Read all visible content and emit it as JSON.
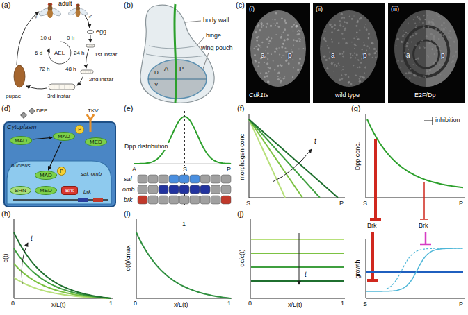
{
  "diagram": {
    "nodes": [
      {
        "text": [
          "Cytoplasm"
        ]
      },
      {
        "text": [
          "MAD"
        ],
        "in": 0
      },
      {
        "text": [
          "MAD"
        ],
        "in": 0
      },
      {
        "text": [
          "MED"
        ],
        "in": 0
      },
      {
        "text": [
          "nucleus"
        ],
        "in": 0
      },
      {
        "text": [
          "MAD"
        ],
        "in": 4
      },
      {
        "text": [
          "MED"
        ],
        "in": 4
      },
      {
        "text": [
          "SHN"
        ],
        "in": 4
      },
      {
        "text": [
          "Brk"
        ],
        "in": 4
      }
    ],
    "edges": [
      {
        "from": 1,
        "to": 2,
        "arrow": "to"
      },
      {
        "from": 2,
        "to": 5,
        "arrow": "to"
      }
    ],
    "labels": [
      "(a)",
      "adult",
      "♀",
      "♂",
      "egg",
      "0 h",
      "24 h",
      "1st instar",
      "48 h",
      "2nd instar",
      "72 h",
      "3rd instar",
      "6 d",
      "AEL",
      "10 d",
      "pupae",
      "(b)",
      "body wall",
      "hinge",
      "wing pouch",
      "A",
      "P",
      "D",
      "V",
      "(c)",
      "(i)",
      "a",
      "p",
      "Cdk1ts",
      "(ii)",
      "a",
      "p",
      "wild type",
      "(iii)",
      "a",
      "p",
      "E2F/Dp",
      "(d)",
      "DPP",
      "TKV",
      "P",
      "P",
      "sal, omb",
      "brk",
      "(e)",
      "Dpp distribution",
      "A",
      "S",
      "P",
      "sal",
      "omb",
      "brk",
      "(f)",
      "morphogen conc.",
      "t",
      "S",
      "P",
      "(g)",
      "Dpp conc.",
      "S",
      "P",
      "Brk",
      "Brk",
      "growth",
      "S",
      "P",
      "(h)",
      "c(t)",
      "t",
      "0",
      "x/L(t)",
      "1",
      "(i)",
      "c(t)/cmax",
      "1",
      "0",
      "x/L(t)",
      "1",
      "(j)",
      "dc/c(t)",
      "t",
      "0",
      "x/L(t)",
      "1"
    ],
    "legend": [
      {
        "text": "inhibition"
      }
    ]
  }
}
